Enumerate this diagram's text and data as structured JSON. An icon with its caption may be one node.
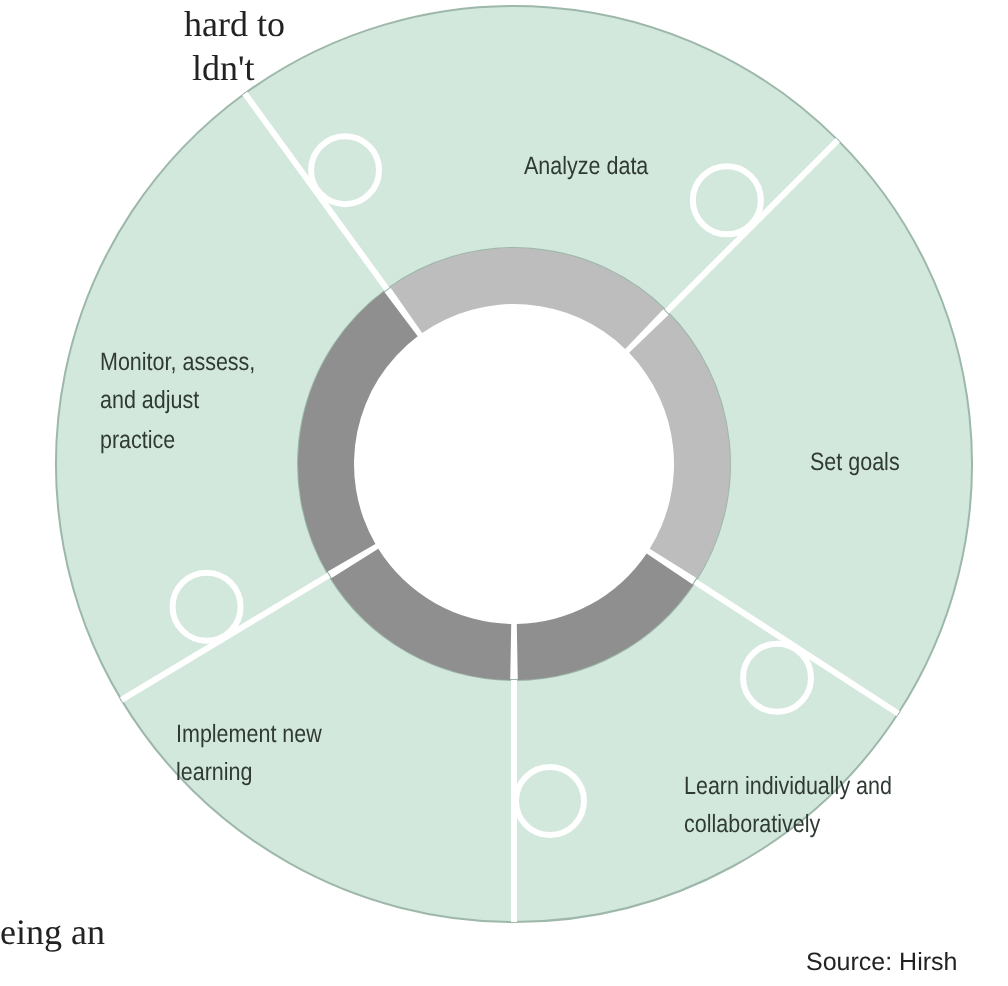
{
  "diagram": {
    "nodes": [
      {
        "text": [
          "Analyze data"
        ]
      },
      {
        "text": [
          "Set goals"
        ]
      },
      {
        "text": [
          "Learn individually and collaboratively"
        ]
      },
      {
        "text": [
          "Implement new learning"
        ]
      },
      {
        "text": [
          "Monitor, assess, and adjust practice"
        ]
      }
    ],
    "labels": [
      "hard to",
      "ldn't",
      "eing an",
      "Source: Hirsh"
    ]
  }
}
